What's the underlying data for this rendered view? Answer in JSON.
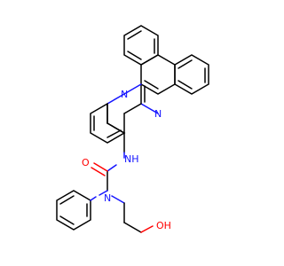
{
  "molecule": {
    "atoms": {
      "n_ring_top": "N",
      "n_ring_bottom": "N",
      "n_amide": "N",
      "nh_urea": "NH",
      "o_carbonyl": "O",
      "oh_terminal": "OH"
    },
    "colors": {
      "bond": "#000000",
      "nitrogen": "#1414ff",
      "oxygen": "#ff0000"
    }
  }
}
